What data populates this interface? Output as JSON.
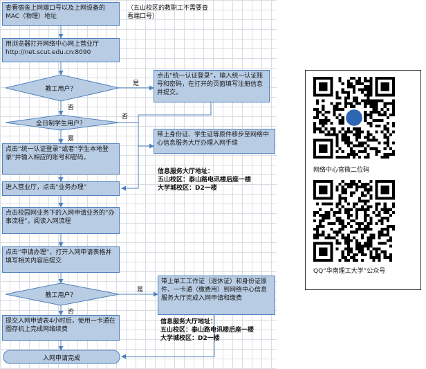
{
  "steps": {
    "s1": "查看宿舍上网端口号以及上网设备的MAC（物理）地址",
    "s1_note": "（五山校区的教职工不需要查看端口号）",
    "s2": "用浏览器打开网络中心网上营业厅\nhttp://net.scut.edu.cn:8090",
    "d1": "教工用户？",
    "s3": "点击“统一认证登录”，输入统一认证账号和密码，在打开的页面填写注册信息并提交。",
    "d2": "全日制学生用户？",
    "s4": "带上身份证、学生证等原件移步至网络中心信息服务大厅办理入网手续",
    "s5": "点击“统一认证登录”或者“学生本地登录”并输入相应的账号和密码。",
    "info1": "信息服务大厅地址：\n五山校区：泰山路电讯楼后座一楼\n大学城校区：D2一楼",
    "s6": "进入营业厅，点击“业务办理”",
    "s7": "点击校园网业务下的入网申请业务的“办事流程”，阅读入网流程",
    "s8": "点击“申请办理”，打开入网申请表格并填写相关内容后提交",
    "d3": "教工用户？",
    "s9": "带上单工工作证（退休证）和身份证原件、一卡通（缴费用）到网络中心信息服务大厅完成入网申请和缴费",
    "s10": "提交入网申请表4小时后，使用一卡通在圈存机上完成网络续费",
    "info2": "信息服务大厅地址：\n五山校区：泰山路电讯楼后座一楼\n大学城校区：D2一楼",
    "end": "入网申请完成"
  },
  "edge_labels": {
    "yes1": "是",
    "no1": "否",
    "no2": "否",
    "yes2": "是",
    "yes3": "是",
    "no3": "否"
  },
  "qr": {
    "caption1": "网络中心官微二位码",
    "caption2": "QQ“华南理工大学”公众号"
  },
  "colors": {
    "box_fill": "#b8cce4",
    "box_border": "#4f81bd",
    "arrow": "#4f81bd"
  }
}
